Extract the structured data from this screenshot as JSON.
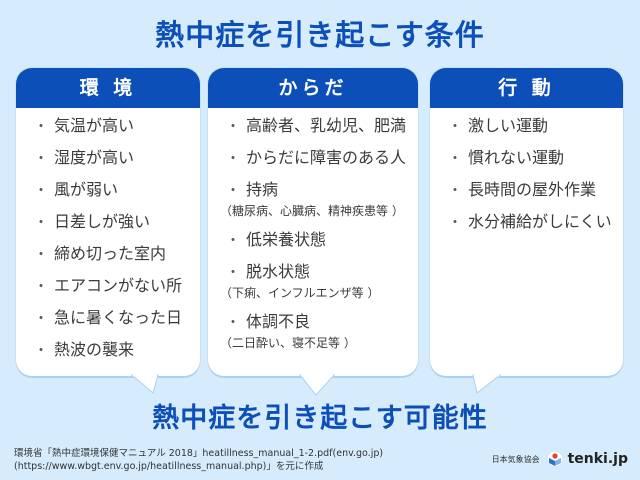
{
  "title": "熱中症を引き起こす条件",
  "columns": [
    {
      "header": "環 境",
      "items": [
        {
          "text": "気温が高い"
        },
        {
          "text": "湿度が高い"
        },
        {
          "text": "風が弱い"
        },
        {
          "text": "日差しが強い"
        },
        {
          "text": "締め切った室内"
        },
        {
          "text": "エアコンがない所"
        },
        {
          "text": "急に暑くなった日"
        },
        {
          "text": "熱波の襲来"
        }
      ]
    },
    {
      "header": "からだ",
      "items": [
        {
          "text": "高齢者、乳幼児、肥満"
        },
        {
          "text": "からだに障害のある人"
        },
        {
          "text": "持病",
          "sub": "（糖尿病、心臓病、精神疾患等 ）"
        },
        {
          "text": "低栄養状態"
        },
        {
          "text": "脱水状態",
          "sub": "（下痢、インフルエンザ等 ）"
        },
        {
          "text": "体調不良",
          "sub": "（二日酔い、寝不足等 ）"
        }
      ]
    },
    {
      "header": "行 動",
      "items": [
        {
          "text": "激しい運動"
        },
        {
          "text": "慣れない運動"
        },
        {
          "text": "長時間の屋外作業"
        },
        {
          "text": "水分補給がしにくい"
        }
      ]
    }
  ],
  "bullet": "・",
  "bottom_title": "熱中症を引き起こす可能性",
  "source": {
    "line1": "環境省「熱中症環境保健マニュアル 2018」heatillness_manual_1-2.pdf(env.go.jp)",
    "line2": "(https://www.wbgt.env.go.jp/heatillness_manual.php)」を元に作成"
  },
  "credit": {
    "org": "日本気象協会",
    "brand": "tenki.jp",
    "logo_icon": "tenki-logo-icon"
  },
  "colors": {
    "background": "#d6ebfb",
    "accent": "#0c4fb8",
    "card": "#ffffff",
    "text": "#3b3b3b"
  }
}
